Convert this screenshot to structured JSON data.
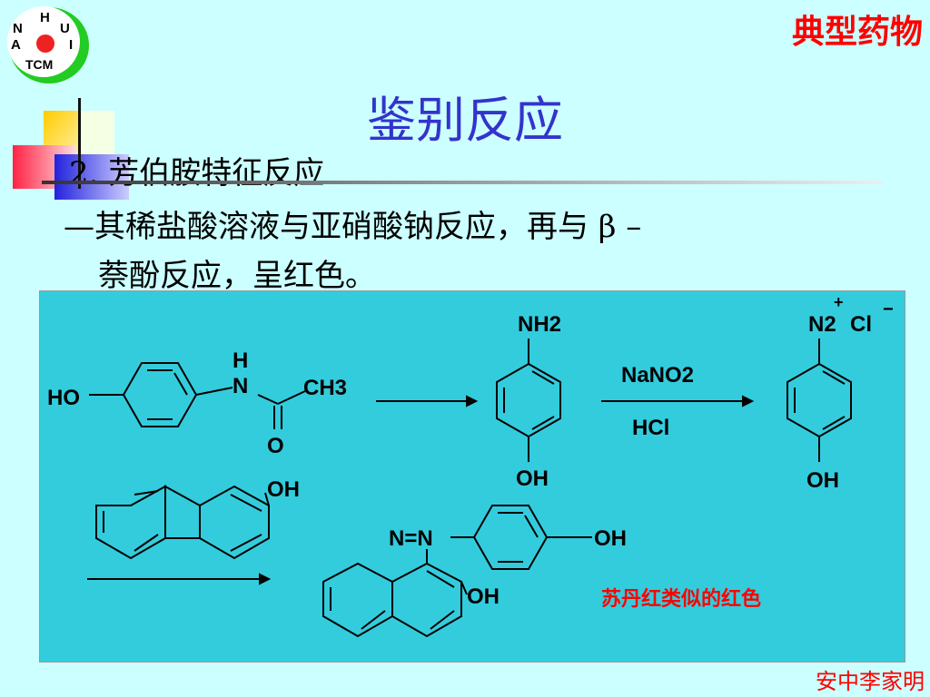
{
  "logo": {
    "letter_h": "H",
    "letter_n": "N",
    "letter_u": "U",
    "letter_a": "A",
    "letter_i": "I",
    "letter_tcm": "TCM"
  },
  "header": {
    "category": "典型药物",
    "title": "鉴别反应"
  },
  "topic": {
    "heading": "2. 芳伯胺特征反应"
  },
  "description": {
    "line1": "—其稀盐酸溶液与亚硝酸钠反应，再与 β –",
    "line2": "萘酚反应，呈红色。"
  },
  "scheme": {
    "reactant_substituent_left": "HO",
    "amide_h": "H",
    "amide_n": "N",
    "amide_ch3": "CH3",
    "amide_o": "O",
    "amine_label": "NH2",
    "phenol_label_1": "OH",
    "reagent_top": "NaNO2",
    "reagent_bottom": "HCl",
    "diazonium_label": "N2",
    "diazonium_charge": "+",
    "chloride_label": "Cl",
    "chloride_charge": "−",
    "phenol_label_2": "OH",
    "naphthol_oh": "OH",
    "azo_label": "N=N",
    "azo_phenol_oh": "OH",
    "azo_naphthol_oh": "OH",
    "product_note": "苏丹红类似的红色"
  },
  "footer": {
    "author": "安中李家明"
  },
  "colors": {
    "background": "#ccffff",
    "panel": "#33ccdd",
    "title": "#3333cc",
    "accent": "#ff0000"
  }
}
